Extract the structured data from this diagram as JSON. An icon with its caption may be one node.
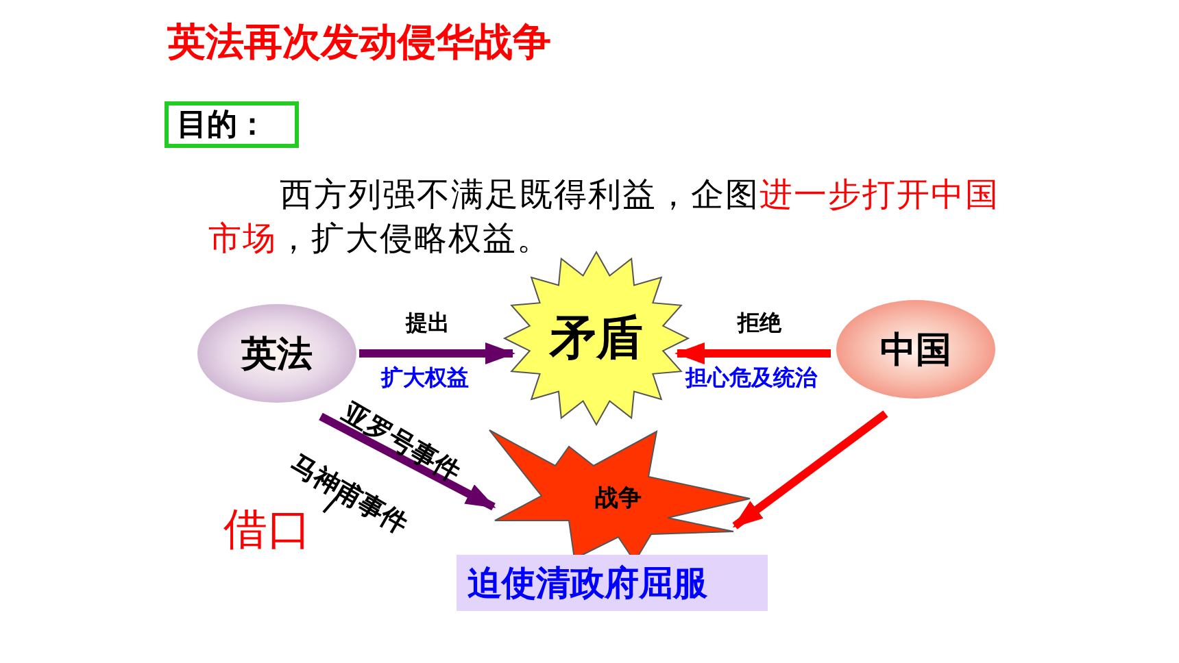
{
  "diagram": {
    "title": "英法再次发动侵华战争",
    "nodes": [
      {
        "text": [
          "英法"
        ]
      },
      {
        "text": [
          "矛盾"
        ]
      },
      {
        "text": [
          "中国"
        ]
      },
      {
        "text": [
          "战争"
        ]
      },
      {
        "text": [
          "目的："
        ]
      },
      {
        "text": [
          "迫使清政府屈服"
        ]
      },
      {
        "text": [
          "借口"
        ]
      },
      {
        "text": [
          "马神甫事件"
        ]
      }
    ],
    "edges": [
      {
        "from": 0,
        "to": 1,
        "arrow": "to",
        "label": "提出"
      },
      {
        "from": 2,
        "to": 1,
        "arrow": "to",
        "label": "拒绝",
        "color": "#ff0000"
      },
      {
        "from": 0,
        "to": 3,
        "arrow": "to",
        "label": "亚罗号事件"
      },
      {
        "from": 2,
        "to": 3,
        "arrow": "to",
        "color": "#ff0000"
      },
      {
        "from": 6,
        "to": 7,
        "arrow": "none",
        "color": "#000000"
      }
    ],
    "labels": [
      "西方列强不满足既得利益，企图",
      "进一步打开中国市场",
      "，扩大侵略权益。",
      "扩大权益",
      "担心危及统治"
    ]
  }
}
